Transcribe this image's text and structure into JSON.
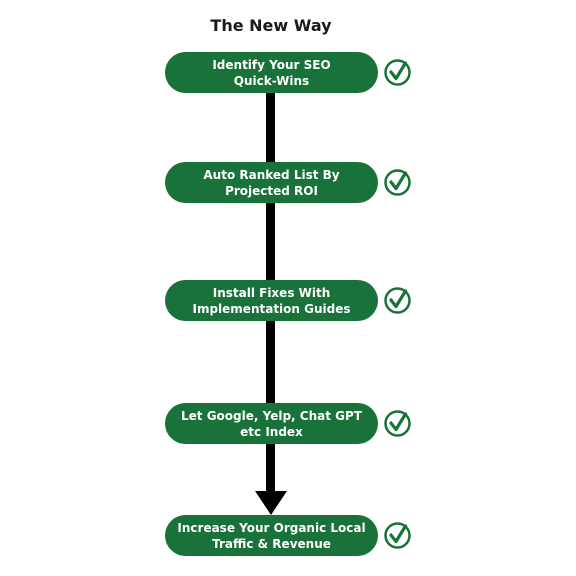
{
  "title": "The New Way",
  "accent_color": "#19723a",
  "connector_color": "#000000",
  "check_icon": "check-circle-icon",
  "steps": [
    {
      "label": "Identify Your SEO\nQuick-Wins"
    },
    {
      "label": "Auto Ranked List By\nProjected ROI"
    },
    {
      "label": "Install Fixes With\nImplementation Guides"
    },
    {
      "label": "Let Google, Yelp, Chat GPT\netc Index"
    },
    {
      "label": "Increase Your Organic Local\nTraffic & Revenue"
    }
  ]
}
